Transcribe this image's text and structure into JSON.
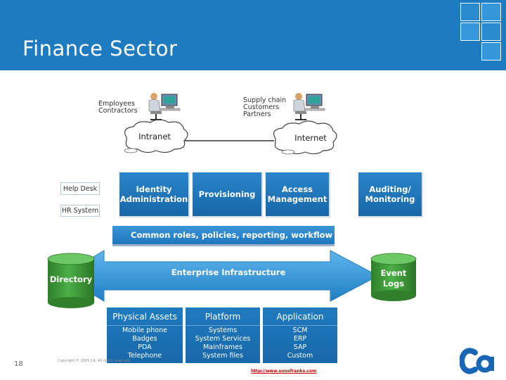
{
  "slide": {
    "title": "Finance Sector",
    "page_number": "18",
    "copyright": "Copyright © 2005 CA. All rights reserved.",
    "url": "http://www.sonofranks.com"
  },
  "users": {
    "left_group_lines": [
      "Employees",
      "Contractors"
    ],
    "right_group_lines": [
      "Supply chain",
      "Customers",
      "Partners"
    ]
  },
  "networks": {
    "intranet": "Intranet",
    "internet": "Internet"
  },
  "sources": {
    "help_desk": "Help Desk",
    "hr_system": "HR System"
  },
  "services": {
    "identity": [
      "Identity",
      "Administration"
    ],
    "provisioning": "Provisioning",
    "access": [
      "Access",
      "Management"
    ],
    "auditing": [
      "Auditing/",
      "Monitoring"
    ]
  },
  "common_bar": "Common roles, policies, reporting, workflow",
  "infrastructure": {
    "label": "Enterprise Infrastructure",
    "directory": "Directory",
    "event_logs": [
      "Event",
      "Logs"
    ]
  },
  "layers": [
    {
      "head": "Physical Assets",
      "items": [
        "Mobile phone",
        "Badges",
        "PDA",
        "Telephone"
      ]
    },
    {
      "head": "Platform",
      "items": [
        "Systems",
        "System Services",
        "Mainframes",
        "System files"
      ]
    },
    {
      "head": "Application",
      "items": [
        "SCM",
        "ERP",
        "SAP",
        "Custom"
      ]
    }
  ],
  "colors": {
    "header_blue": "#1f7bbf",
    "box_blue": "#1f77bd",
    "cylinder_green": "#3f9a3a",
    "logo_blue": "#1767b5"
  }
}
